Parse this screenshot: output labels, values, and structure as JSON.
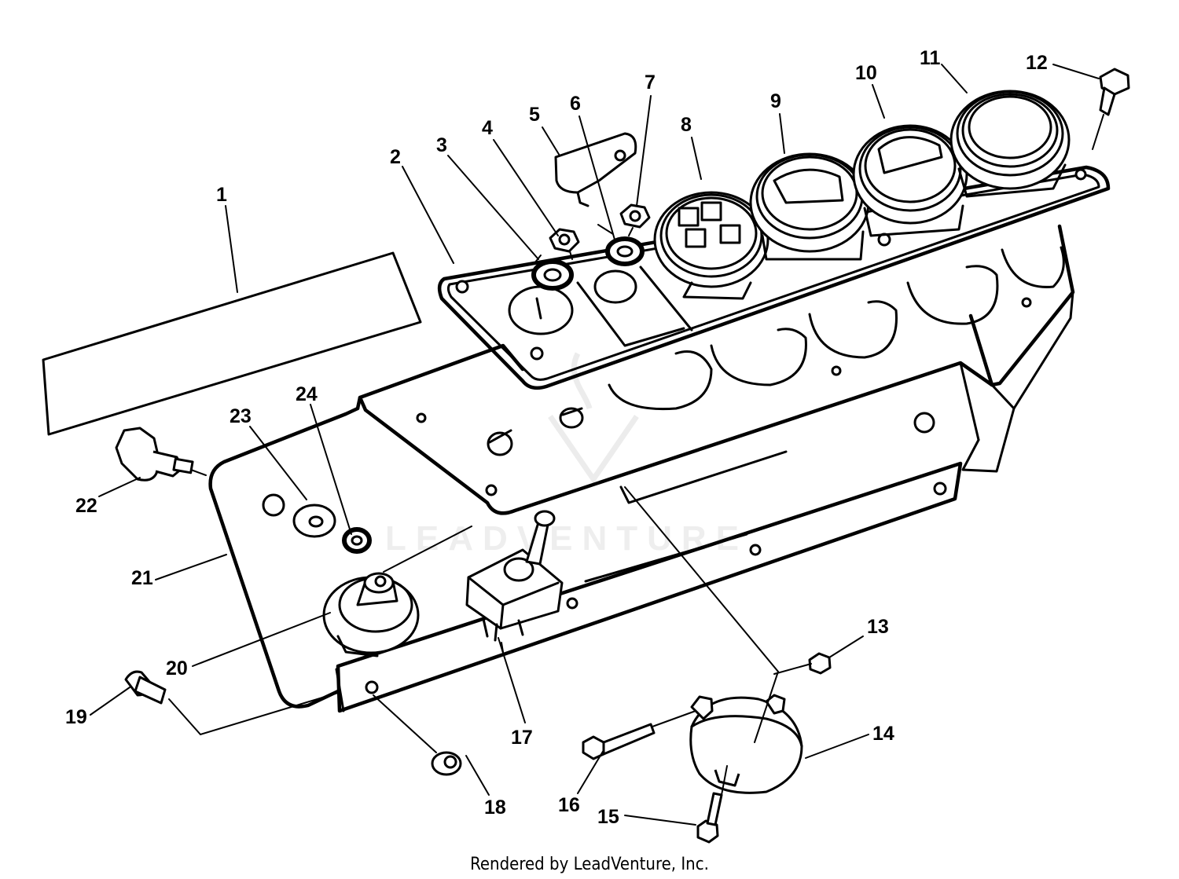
{
  "callouts": {
    "c1": "1",
    "c2": "2",
    "c3": "3",
    "c4": "4",
    "c5": "5",
    "c6": "6",
    "c7": "7",
    "c8": "8",
    "c9": "9",
    "c10": "10",
    "c11": "11",
    "c12": "12",
    "c13": "13",
    "c14": "14",
    "c15": "15",
    "c16": "16",
    "c17": "17",
    "c18": "18",
    "c19": "19",
    "c20": "20",
    "c21": "21",
    "c22": "22",
    "c23": "23",
    "c24": "24"
  },
  "footer": {
    "credit": "Rendered by LeadVenture, Inc."
  },
  "watermark": {
    "text": "LEADVENTURE"
  }
}
